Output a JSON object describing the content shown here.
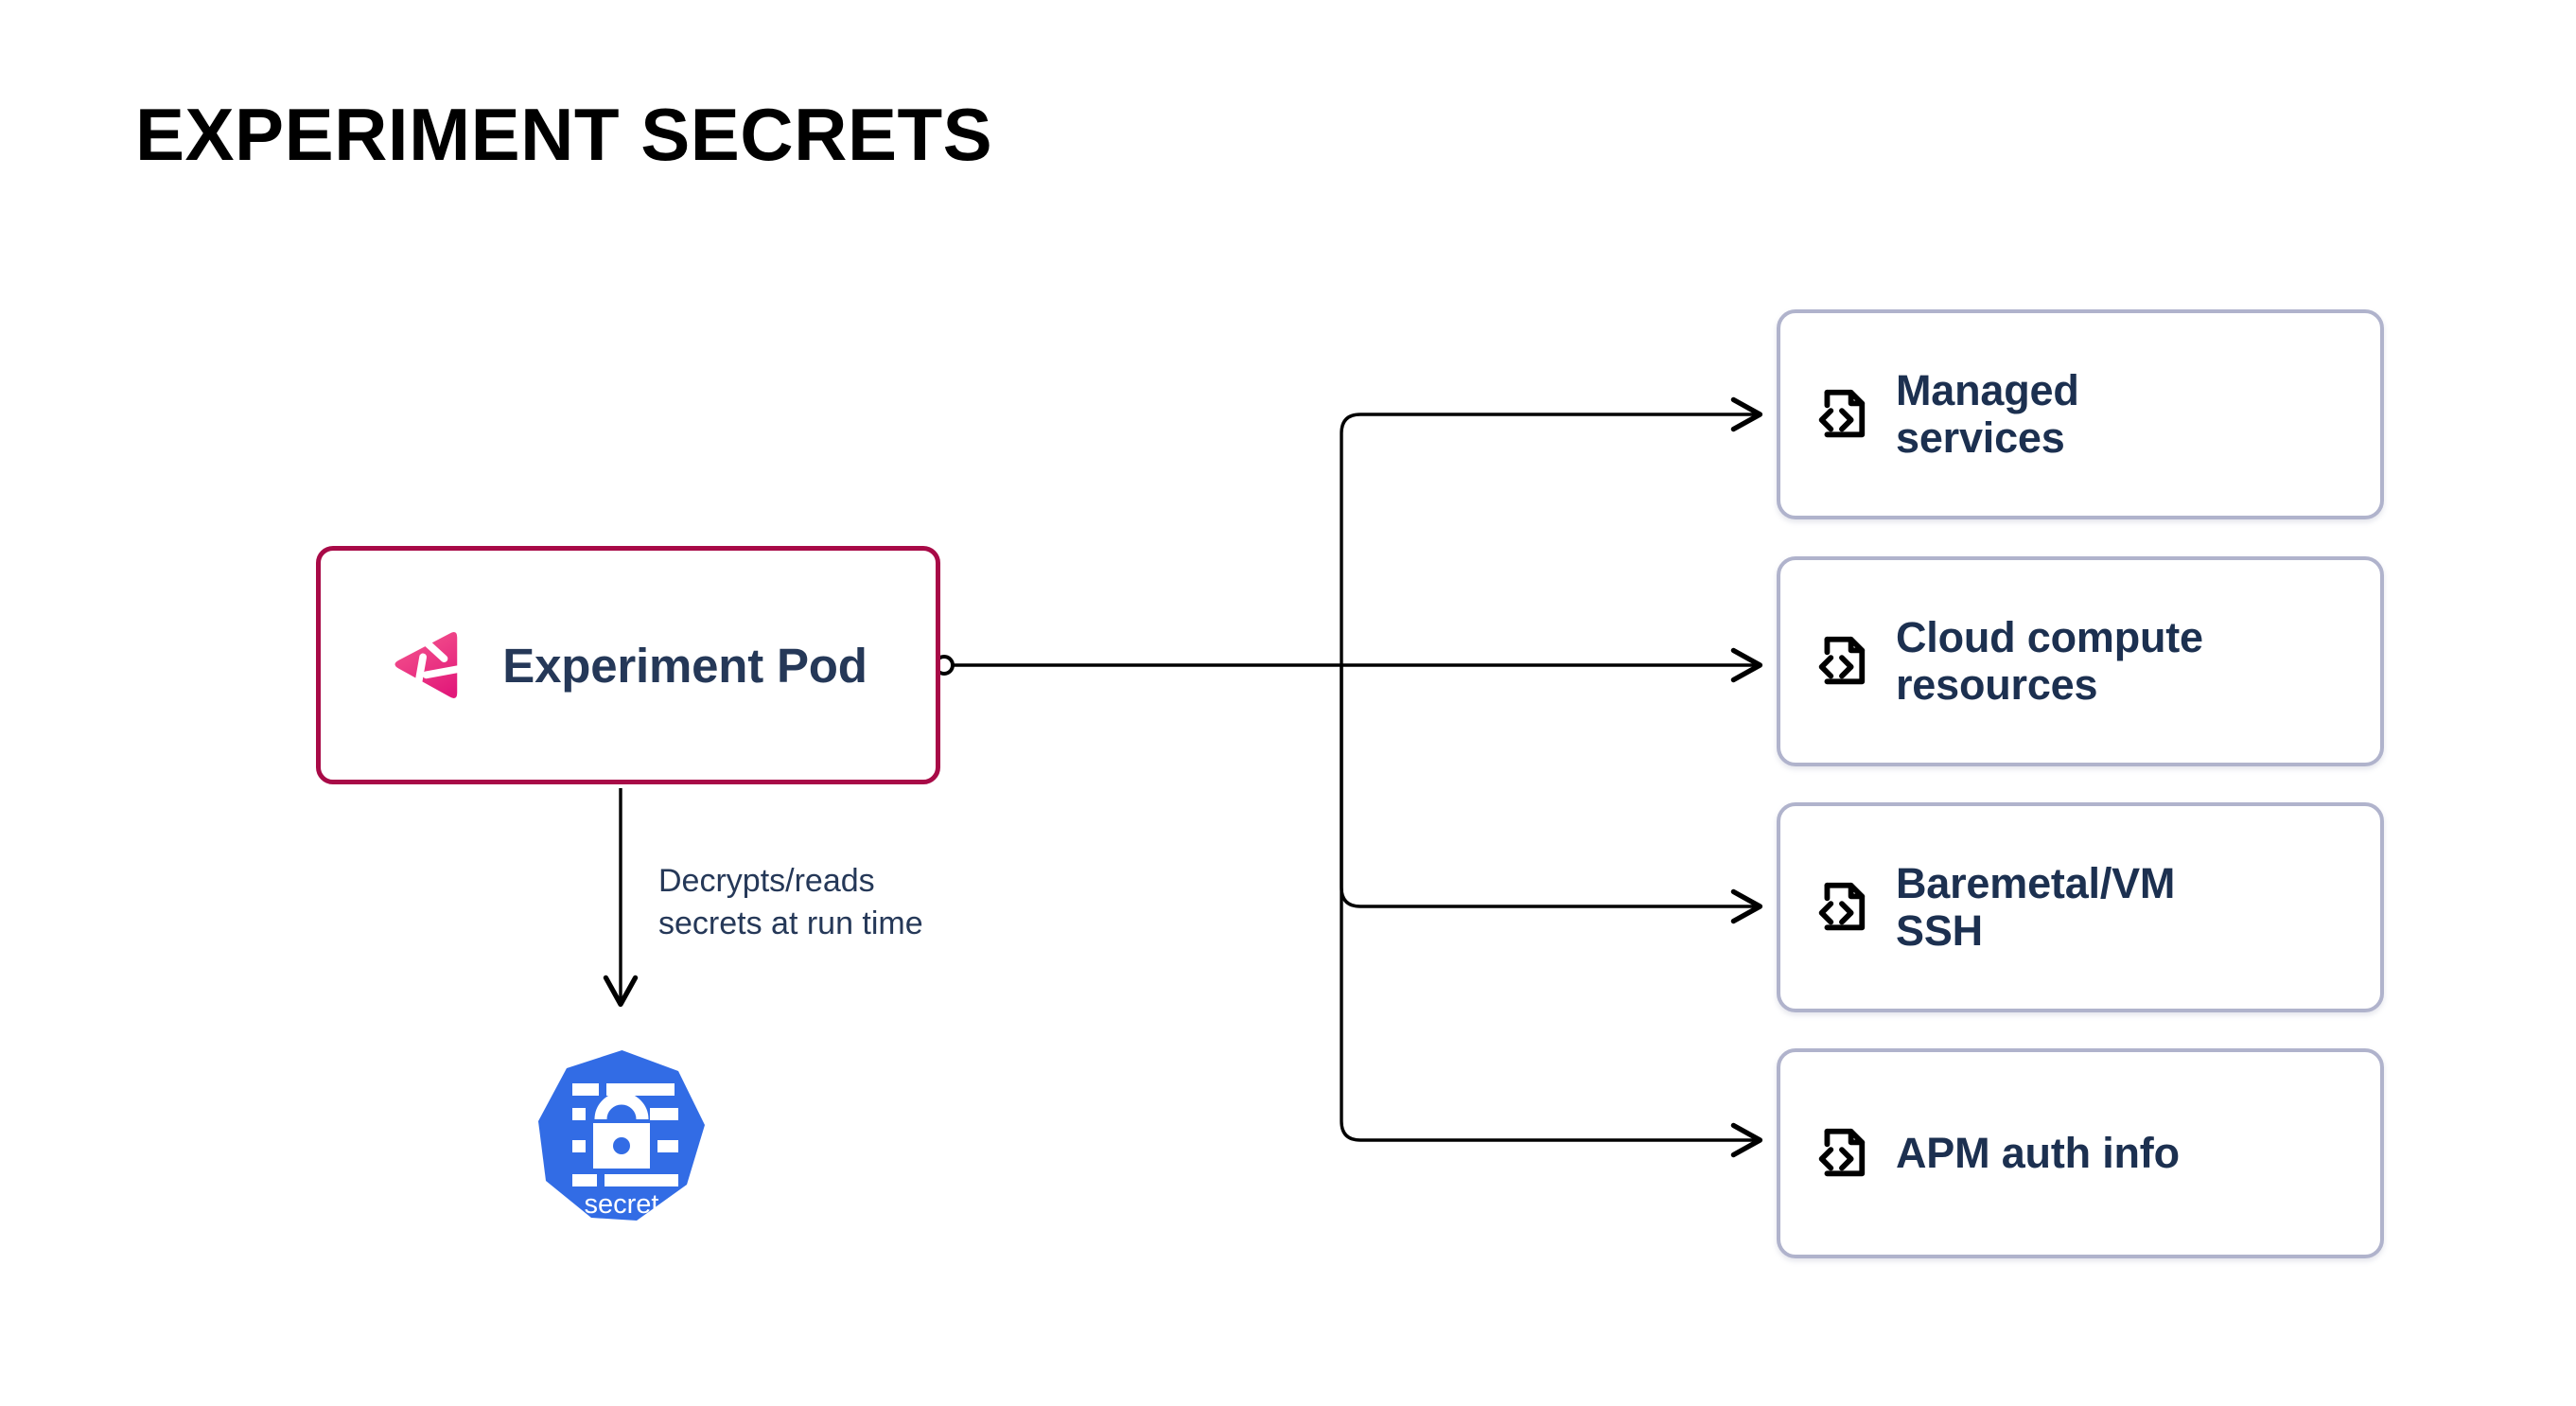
{
  "page": {
    "title": "EXPERIMENT SECRETS",
    "background_color": "#ffffff"
  },
  "colors": {
    "title_text": "#000000",
    "node_text": "#253858",
    "card_text": "#1C3050",
    "pod_border": "#A80A47",
    "card_border": "#B0B3CC",
    "connector_line": "#000000",
    "kubernetes_blue": "#326CE5",
    "logo_pink_light": "#F4548D",
    "logo_pink_dark": "#E2197A"
  },
  "source_node": {
    "label": "Experiment Pod",
    "icon": "gremlin-logo-icon",
    "border_color": "#A80A47"
  },
  "secret_node": {
    "label": "secret",
    "icon": "kubernetes-secret-icon",
    "shape": "heptagon",
    "fill_color": "#326CE5"
  },
  "edges": [
    {
      "from": "Experiment Pod",
      "to": "secret",
      "caption_line_1": "Decrypts/reads",
      "caption_line_2": "secrets at run time",
      "direction": "down"
    }
  ],
  "targets": [
    {
      "label_line_1": "Managed",
      "label_line_2": "services",
      "icon": "code-file-icon"
    },
    {
      "label_line_1": "Cloud compute",
      "label_line_2": "resources",
      "icon": "code-file-icon"
    },
    {
      "label_line_1": "Baremetal/VM",
      "label_line_2": "SSH",
      "icon": "code-file-icon"
    },
    {
      "label_line_1": "APM auth info",
      "label_line_2": "",
      "icon": "code-file-icon"
    }
  ]
}
